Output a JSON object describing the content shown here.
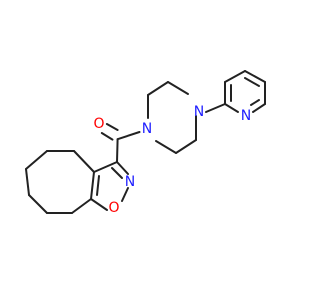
{
  "molecule": {
    "colors": {
      "bond": "#222222",
      "nitrogen": "#2020ff",
      "oxygen": "#ff0000",
      "background": "#ffffff"
    },
    "atoms": {
      "carbonyl_oxygen": "O",
      "piperazine_n1": "N",
      "piperazine_n4": "N",
      "pyridine_n": "N",
      "isoxazole_n": "N",
      "isoxazole_o": "O"
    }
  }
}
